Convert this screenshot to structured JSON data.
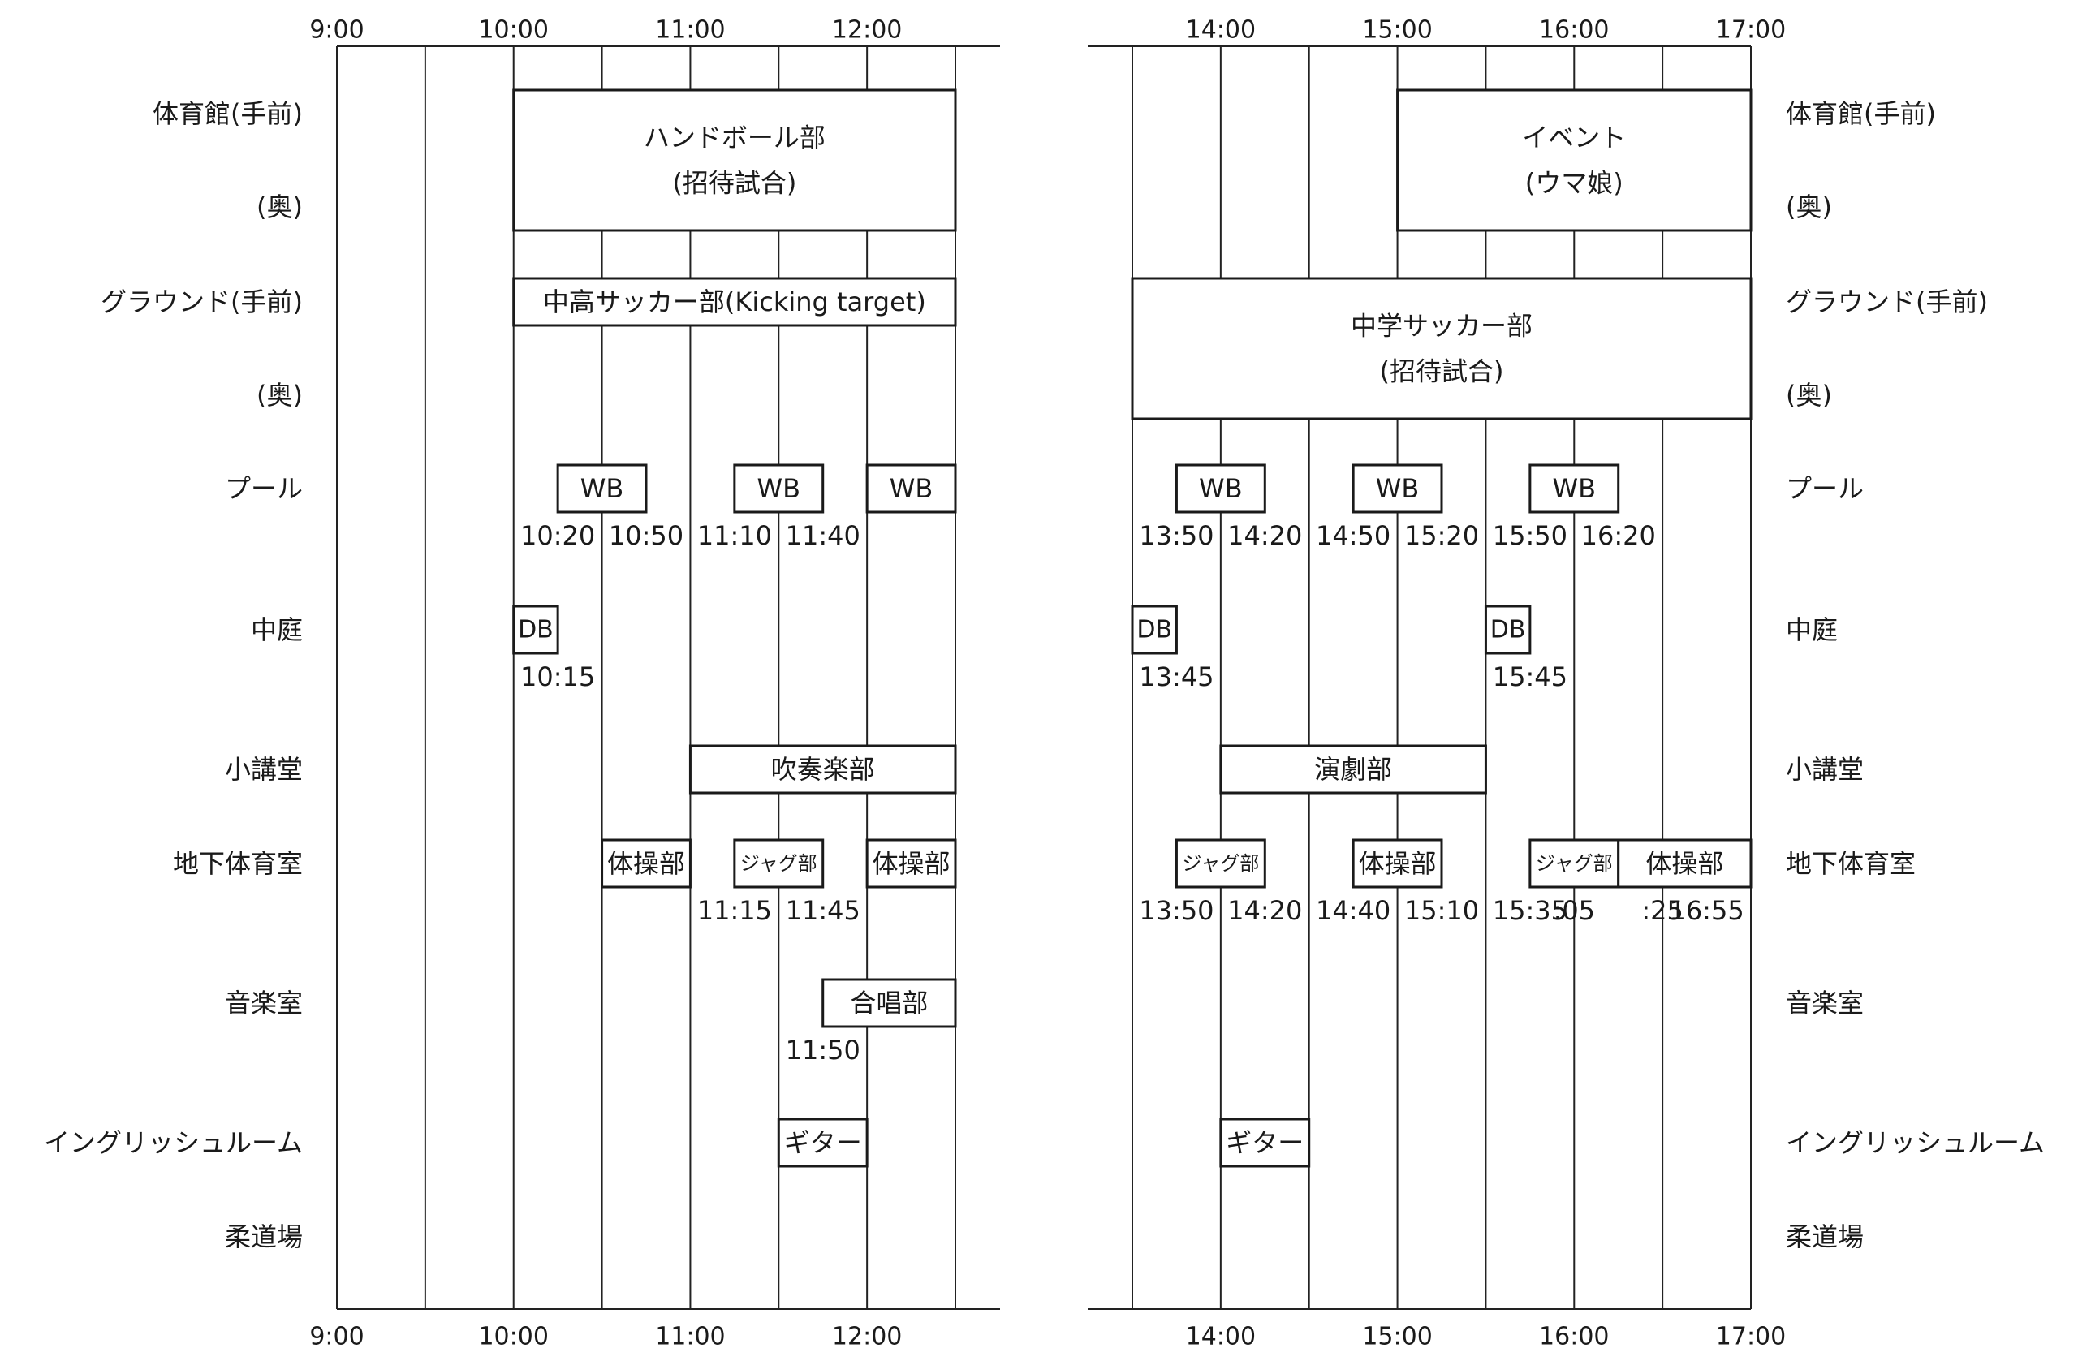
{
  "rooms": [
    {
      "name": "体育館(手前)"
    },
    {
      "name": "(奥)"
    },
    {
      "name": "グラウンド(手前)"
    },
    {
      "name": "(奥)"
    },
    {
      "name": "プール"
    },
    {
      "name": "中庭"
    },
    {
      "name": "小講堂"
    },
    {
      "name": "地下体育室"
    },
    {
      "name": "音楽室"
    },
    {
      "name": "イングリッシュルーム"
    },
    {
      "name": "柔道場"
    }
  ],
  "panels": [
    {
      "id": "morning",
      "top_ticks": [
        "9:00",
        "10:00",
        "11:00",
        "12:00"
      ],
      "bottom_ticks": [
        "9:00",
        "10:00",
        "11:00",
        "12:00"
      ],
      "events": [
        {
          "lines": [
            "ハンドボール部",
            "(招待試合)"
          ],
          "start": "10:00",
          "end": "12:30",
          "row_start": 0,
          "row_end": 1
        },
        {
          "lines": [
            "中高サッカー部(Kicking target)"
          ],
          "start": "10:00",
          "end": "12:30",
          "row_start": 2,
          "row_end": 2
        },
        {
          "lines": [
            "WB"
          ],
          "start": "10:15",
          "end": "10:45",
          "row_start": 4,
          "row_end": 4
        },
        {
          "lines": [
            "WB"
          ],
          "start": "11:15",
          "end": "11:45",
          "row_start": 4,
          "row_end": 4
        },
        {
          "lines": [
            "WB"
          ],
          "start": "12:00",
          "end": "12:30",
          "row_start": 4,
          "row_end": 4
        },
        {
          "lines": [
            "DB"
          ],
          "start": "10:00",
          "end": "10:15",
          "row_start": 5,
          "row_end": 5
        },
        {
          "lines": [
            "吹奏楽部"
          ],
          "start": "11:00",
          "end": "12:30",
          "row_start": 6,
          "row_end": 6
        },
        {
          "lines": [
            "体操部"
          ],
          "start": "10:30",
          "end": "11:00",
          "row_start": 7,
          "row_end": 7
        },
        {
          "lines": [
            "ジャグ部"
          ],
          "start": "11:15",
          "end": "11:45",
          "row_start": 7,
          "row_end": 7
        },
        {
          "lines": [
            "体操部"
          ],
          "start": "12:00",
          "end": "12:30",
          "row_start": 7,
          "row_end": 7
        },
        {
          "lines": [
            "合唱部"
          ],
          "start": "11:45",
          "end": "12:30",
          "row_start": 8,
          "row_end": 8
        },
        {
          "lines": [
            "ギター"
          ],
          "start": "11:30",
          "end": "12:00",
          "row_start": 9,
          "row_end": 9
        }
      ],
      "time_notes": [
        {
          "text": "10:20",
          "at": "10:15",
          "row": 4
        },
        {
          "text": "10:50",
          "at": "10:45",
          "row": 4
        },
        {
          "text": "11:10",
          "at": "11:15",
          "row": 4
        },
        {
          "text": "11:40",
          "at": "11:45",
          "row": 4
        },
        {
          "text": "10:15",
          "at": "10:15",
          "row": 5
        },
        {
          "text": "11:15",
          "at": "11:15",
          "row": 7
        },
        {
          "text": "11:45",
          "at": "11:45",
          "row": 7
        },
        {
          "text": "11:50",
          "at": "11:45",
          "row": 8
        }
      ]
    },
    {
      "id": "afternoon",
      "top_ticks": [
        "14:00",
        "15:00",
        "16:00",
        "17:00"
      ],
      "bottom_ticks": [
        "14:00",
        "15:00",
        "16:00",
        "17:00"
      ],
      "events": [
        {
          "lines": [
            "イベント",
            "(ウマ娘)"
          ],
          "start": "15:00",
          "end": "17:00",
          "row_start": 0,
          "row_end": 1
        },
        {
          "lines": [
            "中学サッカー部",
            "(招待試合)"
          ],
          "start": "13:30",
          "end": "17:00",
          "row_start": 2,
          "row_end": 3
        },
        {
          "lines": [
            "WB"
          ],
          "start": "13:45",
          "end": "14:15",
          "row_start": 4,
          "row_end": 4
        },
        {
          "lines": [
            "WB"
          ],
          "start": "14:45",
          "end": "15:15",
          "row_start": 4,
          "row_end": 4
        },
        {
          "lines": [
            "WB"
          ],
          "start": "15:45",
          "end": "16:15",
          "row_start": 4,
          "row_end": 4
        },
        {
          "lines": [
            "DB"
          ],
          "start": "13:30",
          "end": "13:45",
          "row_start": 5,
          "row_end": 5
        },
        {
          "lines": [
            "DB"
          ],
          "start": "15:30",
          "end": "15:45",
          "row_start": 5,
          "row_end": 5
        },
        {
          "lines": [
            "演劇部"
          ],
          "start": "14:00",
          "end": "15:30",
          "row_start": 6,
          "row_end": 6
        },
        {
          "lines": [
            "ジャグ部"
          ],
          "start": "13:45",
          "end": "14:15",
          "row_start": 7,
          "row_end": 7
        },
        {
          "lines": [
            "体操部"
          ],
          "start": "14:45",
          "end": "15:15",
          "row_start": 7,
          "row_end": 7
        },
        {
          "lines": [
            "ジャグ部"
          ],
          "start": "15:45",
          "end": "16:15",
          "row_start": 7,
          "row_end": 7
        },
        {
          "lines": [
            "体操部"
          ],
          "start": "16:15",
          "end": "17:00",
          "row_start": 7,
          "row_end": 7
        },
        {
          "lines": [
            "ギター"
          ],
          "start": "14:00",
          "end": "14:30",
          "row_start": 9,
          "row_end": 9
        }
      ],
      "time_notes": [
        {
          "text": "13:50",
          "at": "13:45",
          "row": 4
        },
        {
          "text": "14:20",
          "at": "14:15",
          "row": 4
        },
        {
          "text": "14:50",
          "at": "14:45",
          "row": 4
        },
        {
          "text": "15:20",
          "at": "15:15",
          "row": 4
        },
        {
          "text": "15:50",
          "at": "15:45",
          "row": 4
        },
        {
          "text": "16:20",
          "at": "16:15",
          "row": 4
        },
        {
          "text": "13:45",
          "at": "13:45",
          "row": 5
        },
        {
          "text": "15:45",
          "at": "15:45",
          "row": 5
        },
        {
          "text": "13:50",
          "at": "13:45",
          "row": 7
        },
        {
          "text": "14:20",
          "at": "14:15",
          "row": 7
        },
        {
          "text": "14:40",
          "at": "14:45",
          "row": 7
        },
        {
          "text": "15:10",
          "at": "15:15",
          "row": 7
        },
        {
          "text": "15:35",
          "at": "15:45",
          "row": 7
        },
        {
          "text": ":05",
          "at": "16:00",
          "row": 7
        },
        {
          "text": ":25",
          "at": "16:30",
          "row": 7
        },
        {
          "text": "16:55",
          "at": "16:45",
          "row": 7
        }
      ]
    }
  ]
}
